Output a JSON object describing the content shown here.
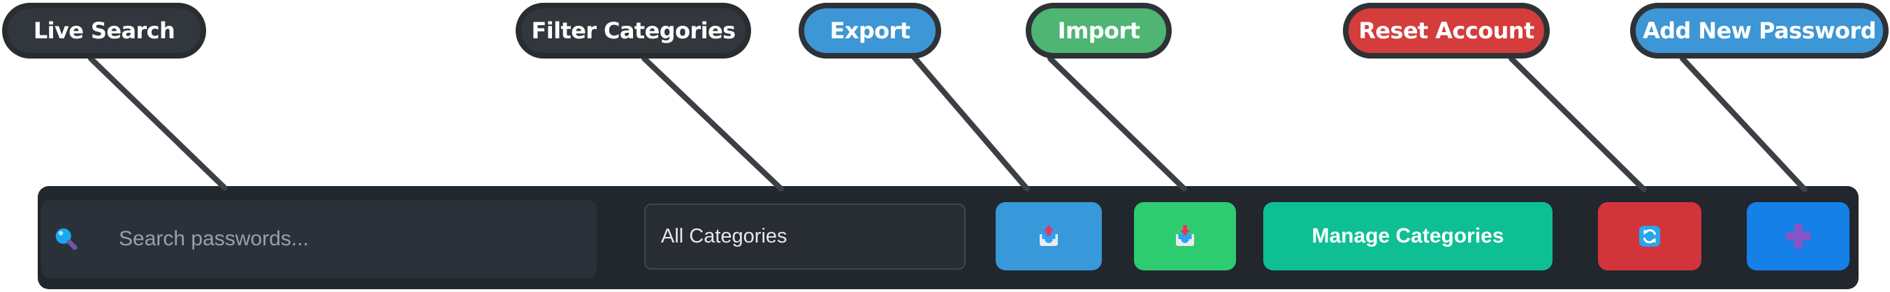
{
  "annotations": {
    "live_search": {
      "label": "Live Search"
    },
    "filter_categories": {
      "label": "Filter Categories"
    },
    "export": {
      "label": "Export"
    },
    "import": {
      "label": "Import"
    },
    "reset_account": {
      "label": "Reset Account"
    },
    "add_new_password": {
      "label": "Add New Password"
    }
  },
  "toolbar": {
    "search": {
      "placeholder": "Search passwords...",
      "value": "",
      "icon": "magnifier-icon"
    },
    "category_filter": {
      "selected": "All Categories"
    },
    "export_button": {
      "icon": "outbox-tray-icon"
    },
    "import_button": {
      "icon": "inbox-tray-icon"
    },
    "manage_categories_button": {
      "label": "Manage Categories"
    },
    "reset_button": {
      "icon": "counterclockwise-arrows-icon"
    },
    "add_button": {
      "icon": "plus-icon"
    }
  },
  "colors": {
    "toolbar_bg": "#22262d",
    "search_input_bg": "#2b3138",
    "callout_dark": "#31373c",
    "callout_blue": "#3d96d5",
    "callout_green": "#4eb573",
    "callout_red": "#d53c3c",
    "export_button": "#3798da",
    "import_button": "#2ecc71",
    "manage_button": "#0ebf94",
    "reset_button": "#d2343c",
    "add_button": "#1480e8",
    "plus_glyph": "#8456c8",
    "arrow_glyph": "#f0305e",
    "connector_line": "#3c3f44"
  }
}
